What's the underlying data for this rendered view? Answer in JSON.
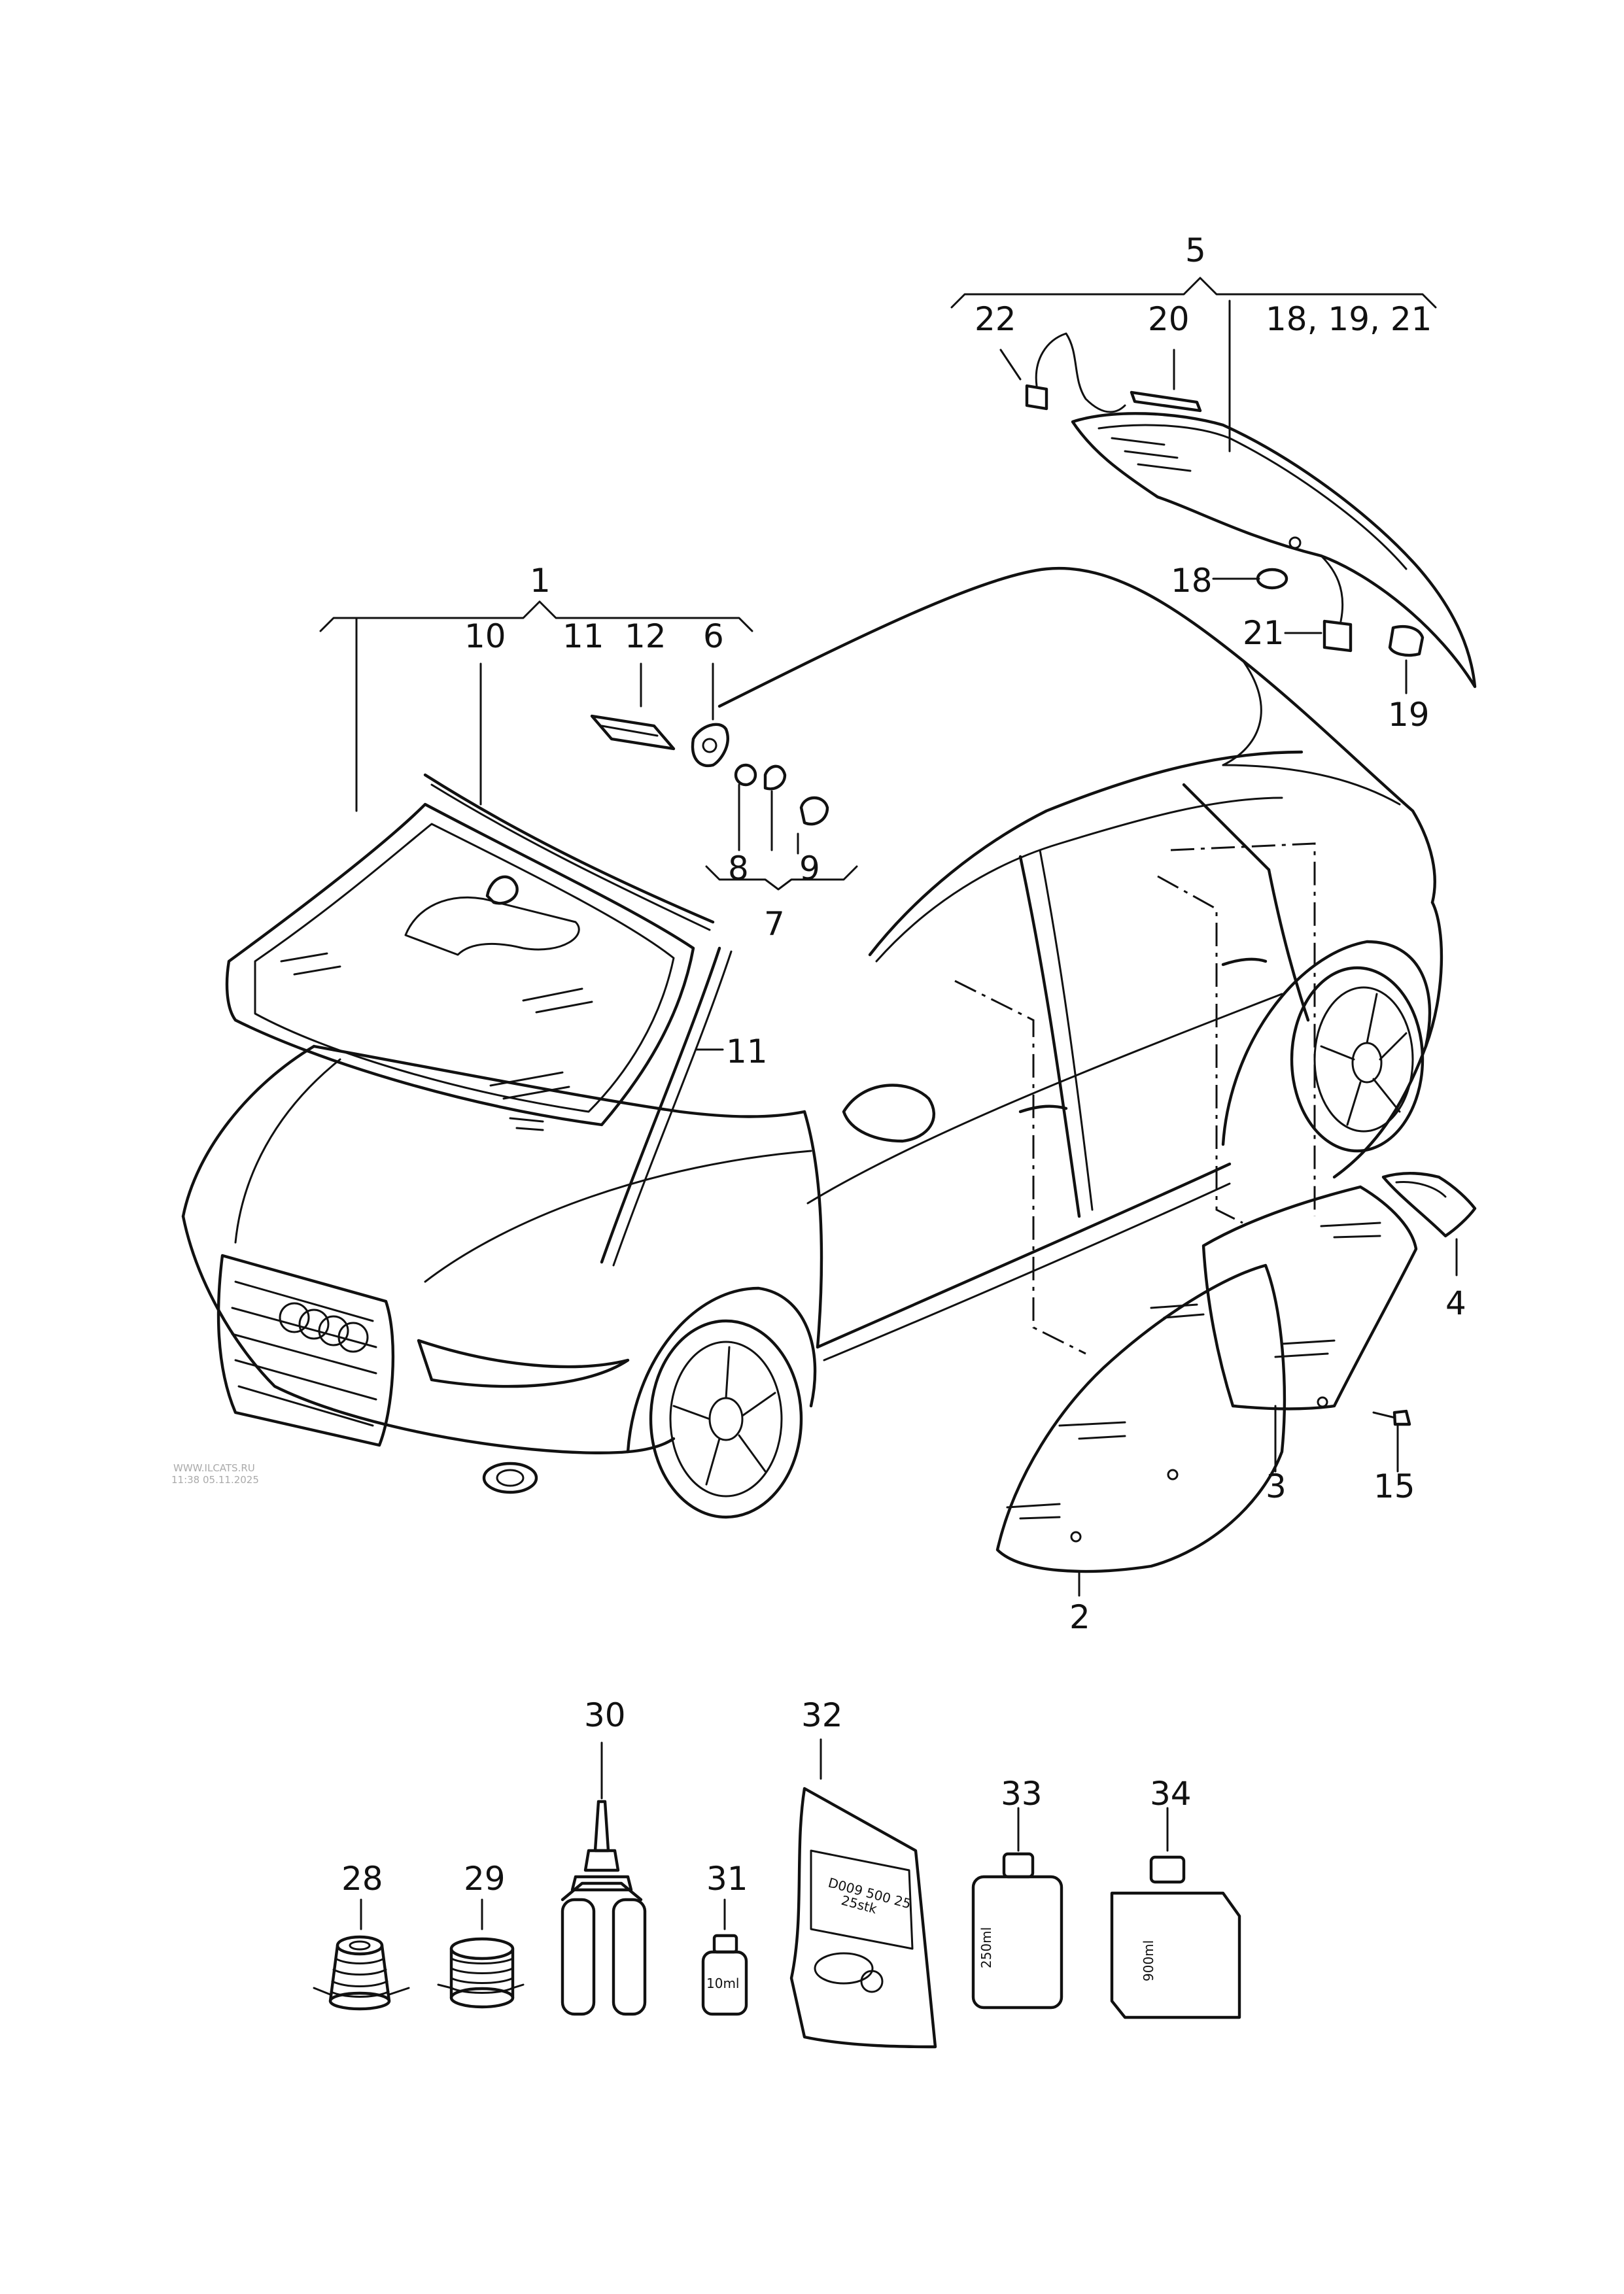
{
  "callouts": {
    "c1": "1",
    "c2": "2",
    "c3": "3",
    "c4": "4",
    "c5": "5",
    "c6": "6",
    "c7": "7",
    "c8": "8",
    "c9": "9",
    "c10": "10",
    "c11_top": "11",
    "c11_side": "11",
    "c12": "12",
    "c15": "15",
    "c18": "18",
    "c18_19_21": "18, 19, 21",
    "c19": "19",
    "c20": "20",
    "c21": "21",
    "c22": "22",
    "c28": "28",
    "c29": "29",
    "c30": "30",
    "c31": "31",
    "c32": "32",
    "c33": "33",
    "c34": "34"
  },
  "product_labels": {
    "bottle31": "10ml",
    "bag32_line1": "D009 500 25",
    "bag32_line2": "25stk",
    "bottle33": "250ml",
    "bottle34": "900ml"
  },
  "watermark": {
    "site": "WWW.ILCATS.RU",
    "datetime": "11:38 05.11.2025"
  }
}
